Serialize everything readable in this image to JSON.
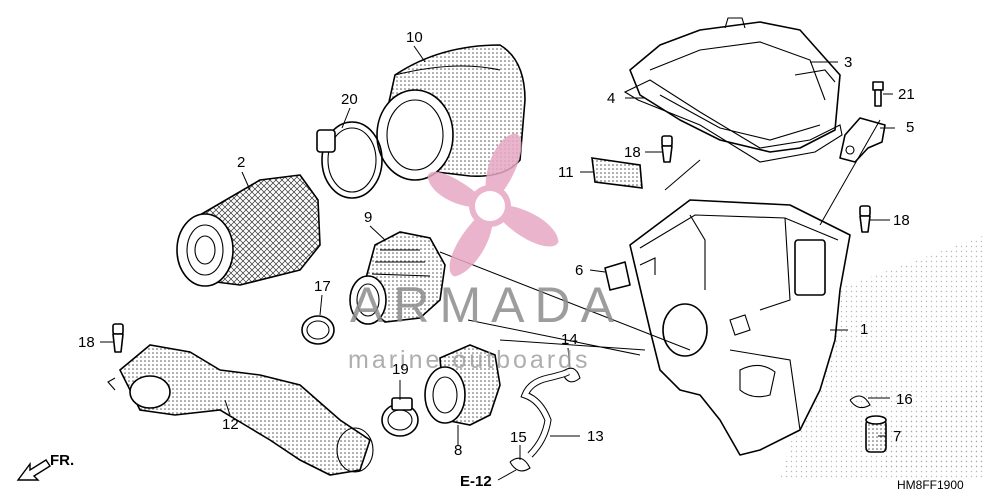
{
  "watermark": {
    "brand": "ARMADA",
    "tagline": "marine outboards",
    "color": "#e6a8c4"
  },
  "diagram_code": "HM8FF1900",
  "reference": "E-12",
  "direction_label": "FR.",
  "callouts": [
    {
      "num": "1"
    },
    {
      "num": "2"
    },
    {
      "num": "3"
    },
    {
      "num": "4"
    },
    {
      "num": "5"
    },
    {
      "num": "6"
    },
    {
      "num": "7"
    },
    {
      "num": "8"
    },
    {
      "num": "9"
    },
    {
      "num": "10"
    },
    {
      "num": "11"
    },
    {
      "num": "12"
    },
    {
      "num": "13"
    },
    {
      "num": "14"
    },
    {
      "num": "15"
    },
    {
      "num": "16"
    },
    {
      "num": "17"
    },
    {
      "num": "18"
    },
    {
      "num": "18"
    },
    {
      "num": "18"
    },
    {
      "num": "19"
    },
    {
      "num": "20"
    },
    {
      "num": "21"
    }
  ]
}
